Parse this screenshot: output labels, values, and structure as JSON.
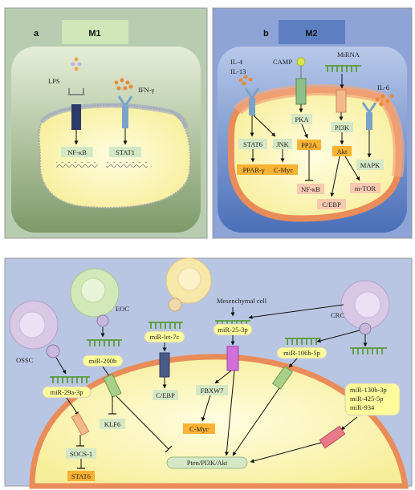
{
  "panel_a": {
    "letter": "a",
    "title": "M1",
    "lps": "LPS",
    "ifn": "IFN-γ",
    "nfkb": "NF-κB",
    "stat1": "STAT1"
  },
  "panel_b": {
    "letter": "b",
    "title": "M2",
    "il4": "IL-4",
    "il13": "IL-13",
    "camp": "CAMP",
    "mirna": "MiRNA",
    "il6": "IL-6",
    "stat6": "STAT6",
    "jnk": "JNK",
    "pka": "PKA",
    "pp2a": "PP2A",
    "pi3k": "PI3K",
    "akt": "Akt",
    "mapk": "MAPK",
    "ppar": "PPAR-γ",
    "cmyc": "C-Myc",
    "nfkb": "NF-κB",
    "mtor": "m-TOR",
    "cebp": "C/EBP"
  },
  "panel_c": {
    "ossc": "OSSC",
    "eoc": "EOC",
    "mesenchymal": "Mesenchymal cell",
    "crc": "CRC",
    "mir29a": "miR-29a-3p",
    "mir200b": "miR-200b",
    "mirlet7c": "miR-let-7c",
    "mir25": "miR-25-3p",
    "mir106b": "miR-106b-5p",
    "mir130b": "miR-130b-3p",
    "mir425": "miR-425-5p",
    "mir934": "miR-934",
    "klf6": "KLF6",
    "socs1": "SOCS-1",
    "stat6": "STAT6",
    "cebp": "C/EBP",
    "fbxw7": "FBXW7",
    "cmyc": "C-Myc",
    "pten": "Pten/PI3K/Akt"
  },
  "colors": {
    "m1_bg": "#b5c99a",
    "m2_bg": "#5d7fc1",
    "bottom_bg": "#b9c6e3",
    "cell_yellow": "#fdf6c0",
    "membrane_orange": "#f0a875",
    "green_box": "#d5e8c5",
    "orange_box": "#f9b233",
    "pink_box": "#f7c9b0",
    "yellow_box": "#fffc9c"
  }
}
